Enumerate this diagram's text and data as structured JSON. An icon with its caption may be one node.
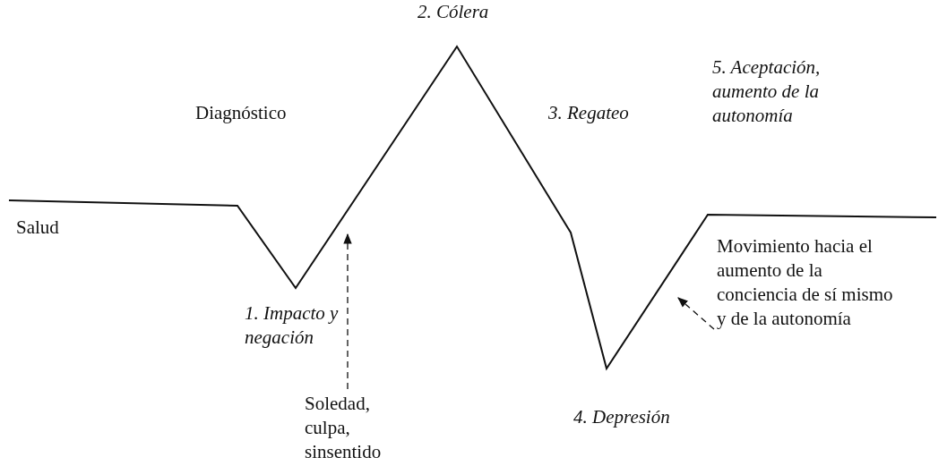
{
  "diagram": {
    "nodes": [
      {
        "text": [
          "Soledad, culpa, sinsentido"
        ]
      },
      {
        "text": [
          "Movimiento hacia el aumento de la conciencia de sí mismo y de la autonomía"
        ]
      }
    ],
    "edges": [
      {
        "from": 0,
        "to": null,
        "arrow": "to",
        "style": "dashed"
      },
      {
        "from": 1,
        "to": null,
        "arrow": "to",
        "style": "dashed"
      }
    ],
    "labels": [
      "2. Cólera",
      "Diagnóstico",
      "3. Regateo",
      "5. Aceptación, aumento de la autonomía",
      "Salud",
      "1. Impacto y negación",
      "4. Depresión"
    ]
  }
}
